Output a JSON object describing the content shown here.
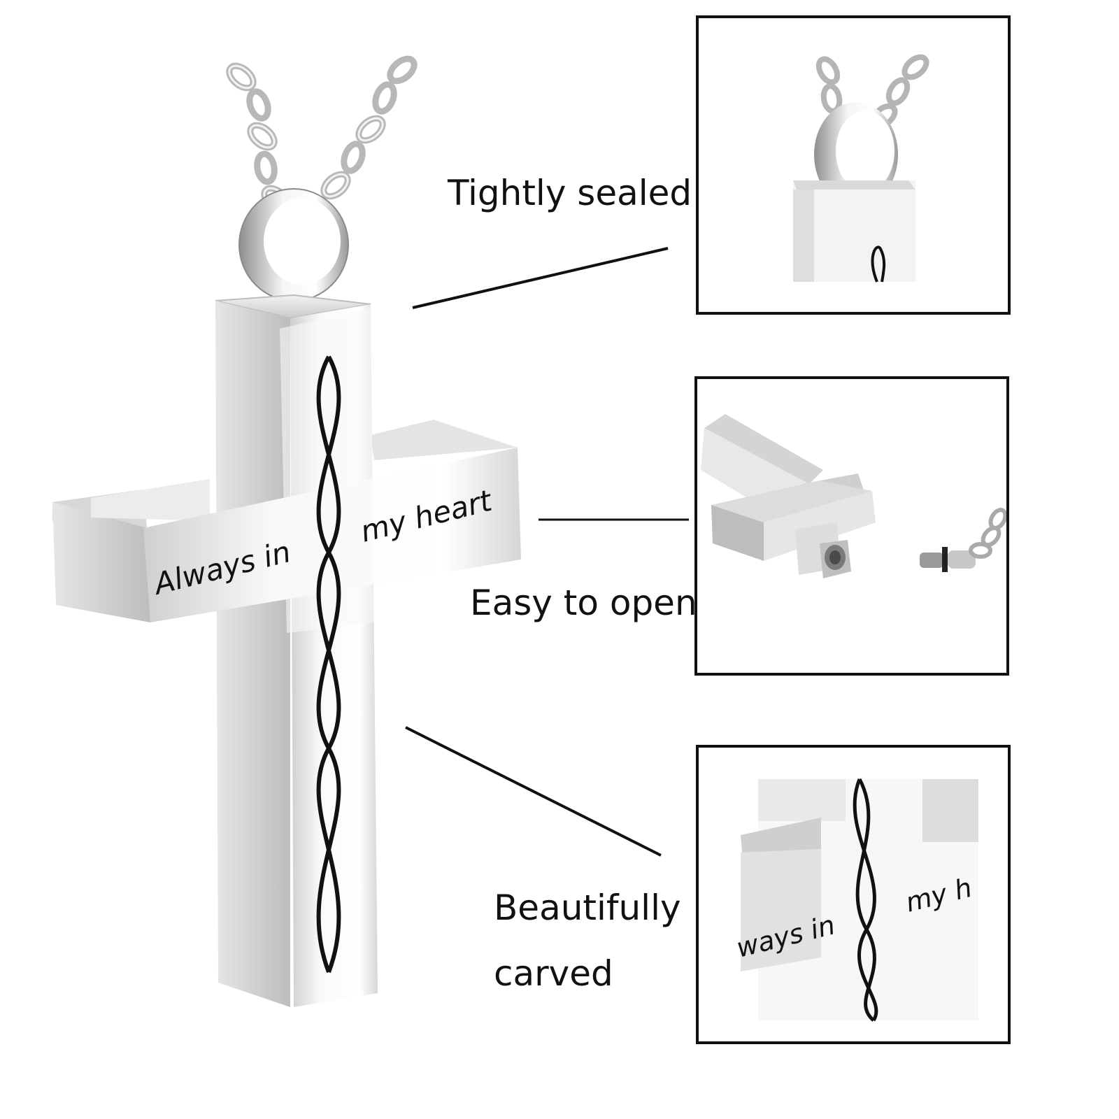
{
  "engraving": {
    "left_text": "Always in",
    "right_text": "my heart"
  },
  "callouts": [
    {
      "label": "Tightly sealed"
    },
    {
      "label": "Easy to open"
    },
    {
      "label": "Beautifully",
      "label_line2": "carved"
    }
  ],
  "detail_engraving": {
    "left_text": "ways in",
    "right_text": "my h"
  },
  "colors": {
    "steel_light": "#f4f4f4",
    "steel_mid": "#d9d9d9",
    "steel_dark": "#9a9a9a",
    "engraving": "#111111"
  }
}
